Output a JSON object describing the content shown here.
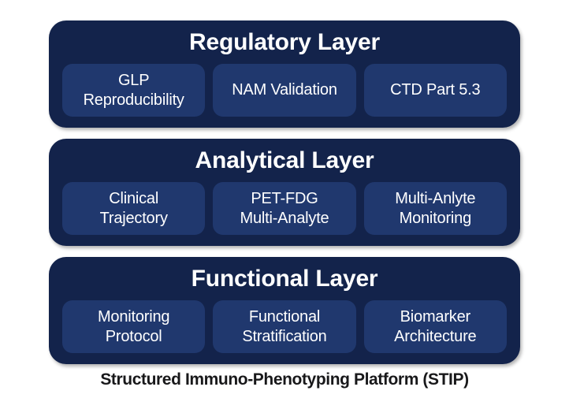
{
  "diagram": {
    "caption": "Structured Immuno-Phenotyping Platform (STIP)",
    "colors": {
      "background": "#ffffff",
      "card": "#13234b",
      "chip": "#20386e",
      "card_text": "#ffffff",
      "chip_text": "#ffffff",
      "caption_text": "#18181a"
    },
    "layers": [
      {
        "id": "regulatory",
        "title": "Regulatory Layer",
        "chips": [
          {
            "id": "glp-reproducibility",
            "label": "GLP\nReproducibility"
          },
          {
            "id": "nam-validation",
            "label": "NAM Validation"
          },
          {
            "id": "ctd-part-5-3",
            "label": "CTD Part 5.3"
          }
        ]
      },
      {
        "id": "analytical",
        "title": "Analytical Layer",
        "chips": [
          {
            "id": "clinical-trajectory",
            "label": "Clinical\nTrajectory"
          },
          {
            "id": "pet-fdg-multi-analyte",
            "label": "PET-FDG\nMulti-Analyte"
          },
          {
            "id": "multi-anlyte-monitoring",
            "label": "Multi-Anlyte\nMonitoring"
          }
        ]
      },
      {
        "id": "functional",
        "title": "Functional Layer",
        "chips": [
          {
            "id": "monitoring-protocol",
            "label": "Monitoring\nProtocol"
          },
          {
            "id": "functional-stratification",
            "label": "Functional\nStratification"
          },
          {
            "id": "biomarker-architecture",
            "label": "Biomarker\nArchitecture"
          }
        ]
      }
    ]
  }
}
